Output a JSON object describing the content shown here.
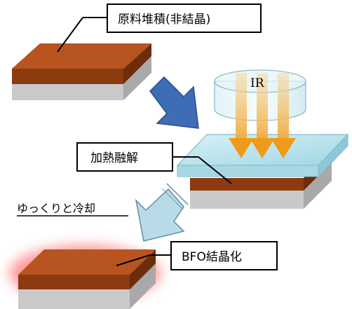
{
  "labels": {
    "deposition": "原料堆積(非結晶)",
    "melting": "加熱融解",
    "cooling": "ゆっくりと冷却",
    "crystallization": "BFO結晶化",
    "ir": "IR"
  },
  "colors": {
    "film_top": "#b8541f",
    "film_front": "#8c3a10",
    "substrate_top": "#dcdcdc",
    "substrate_front": "#c8c8c8",
    "substrate_side": "#a8a8a8",
    "glass": "#bfe6ef",
    "ir_beam": "#f2b54a",
    "ir_arrowhead": "#f09a1a",
    "blue_arrow": "#3e6db5",
    "light_arrow": "#b9dbe7",
    "glow": "#ff3b3b"
  },
  "icons": {
    "step_arrow_1": "arrow-down-right",
    "step_arrow_2": "arrow-down-left",
    "ir_beams": "arrows-down"
  }
}
